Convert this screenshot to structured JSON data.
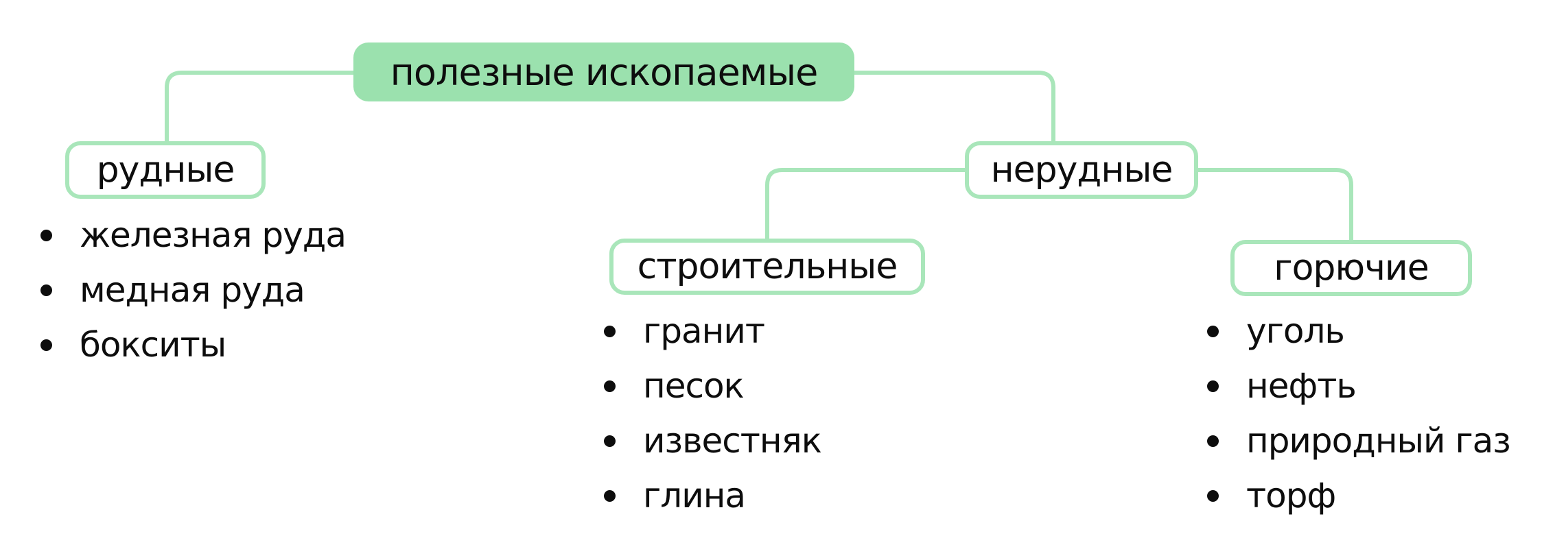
{
  "diagram": {
    "title": "полезные ископаемые",
    "colors": {
      "node_fill": "#9be1ae",
      "line": "#a9e6ba",
      "text": "#0d0d0d",
      "background": "#ffffff"
    },
    "root": {
      "label": "полезные ископаемые"
    },
    "branches": [
      {
        "label": "рудные",
        "items": [
          "железная руда",
          "медная руда",
          "бокситы"
        ]
      },
      {
        "label": "нерудные",
        "children": [
          {
            "label": "строительные",
            "items": [
              "гранит",
              "песок",
              "известняк",
              "глина"
            ]
          },
          {
            "label": "горючие",
            "items": [
              "уголь",
              "нефть",
              "природный газ",
              "торф"
            ]
          }
        ]
      }
    ]
  }
}
